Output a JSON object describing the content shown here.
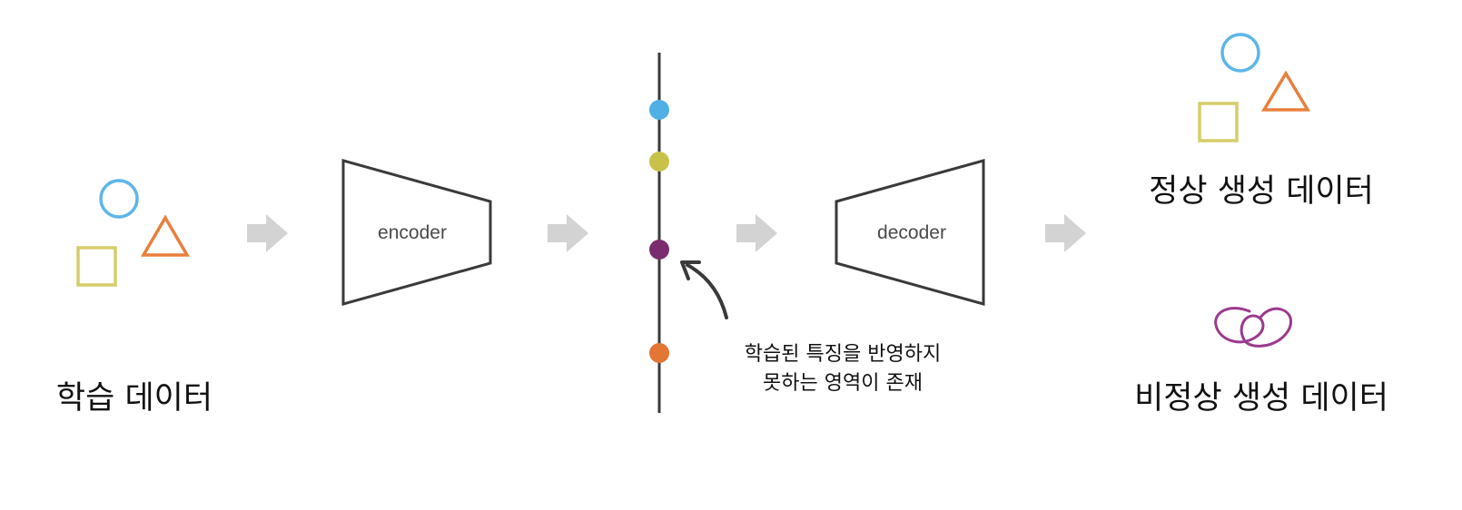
{
  "diagram": {
    "input_label": "학습 데이터",
    "encoder_label": "encoder",
    "decoder_label": "decoder",
    "latent_note_line1": "학습된 특징을 반영하지",
    "latent_note_line2": "못하는 영역이 존재",
    "normal_output_label": "정상 생성 데이터",
    "abnormal_output_label": "비정상 생성 데이터"
  },
  "colors": {
    "circle": "#5db6e8",
    "triangle": "#e8803d",
    "square": "#d4cd6a",
    "latent_blue": "#4fb0e6",
    "latent_yellow": "#c9c24a",
    "latent_purple": "#7a2c6e",
    "latent_orange": "#e37634",
    "abnormal_shape": "#9b3a8e",
    "arrow_gray": "#d3d3d3",
    "outline": "#3a3a3a"
  }
}
